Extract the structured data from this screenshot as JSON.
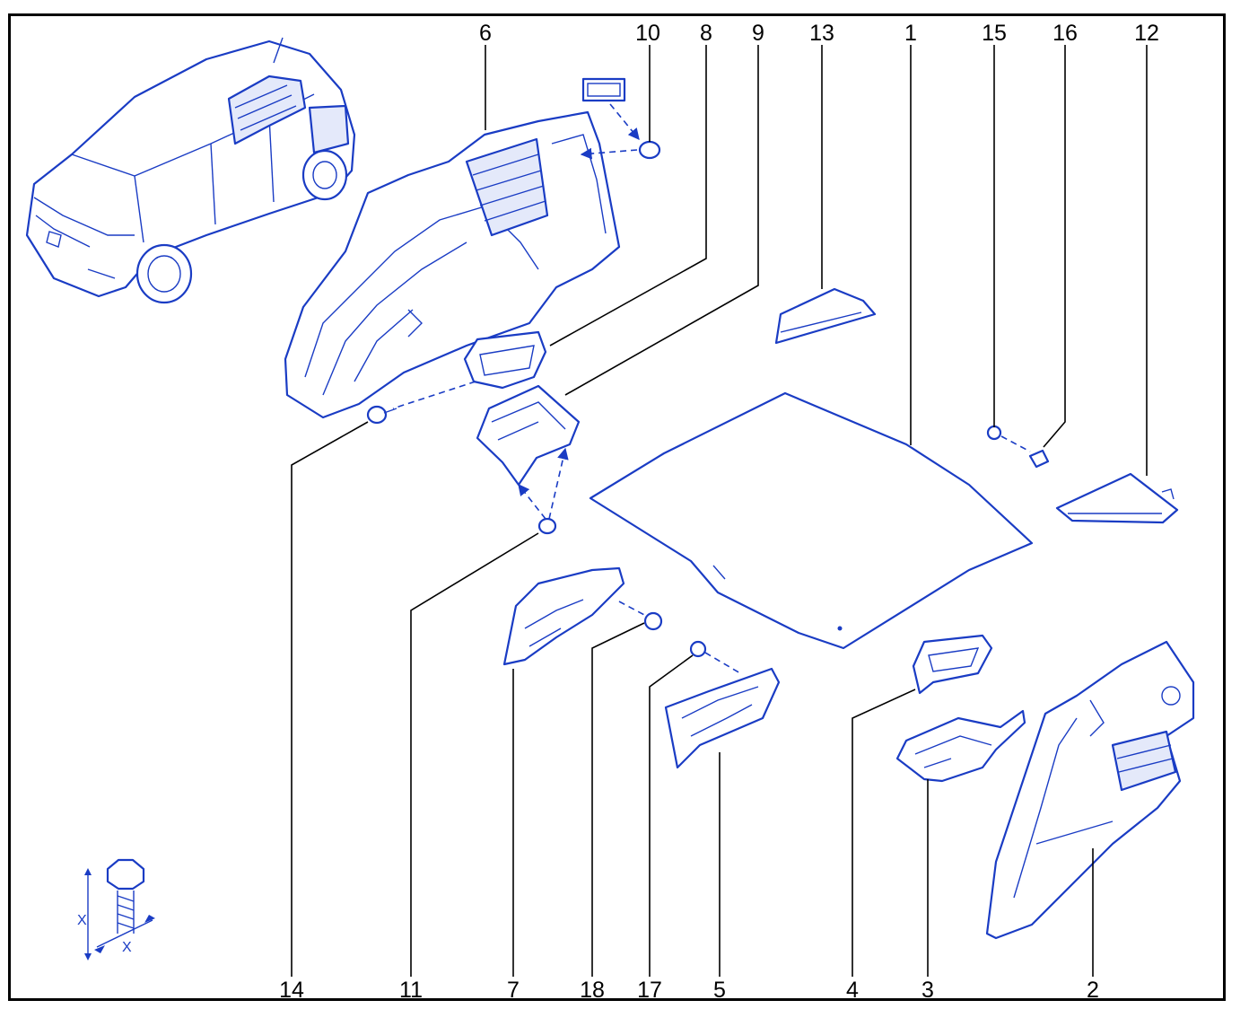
{
  "colors": {
    "line": "#1a3cc4",
    "fill": "#e4e9fa",
    "frame": "#000000",
    "background": "#ffffff"
  },
  "top_callouts": [
    "6",
    "10",
    "8",
    "9",
    "13",
    "1",
    "15",
    "16",
    "12"
  ],
  "bottom_callouts": [
    "14",
    "11",
    "7",
    "18",
    "17",
    "5",
    "4",
    "3",
    "2"
  ],
  "bolt_legend": {
    "dim_label_1": "X",
    "dim_label_2": "X"
  }
}
